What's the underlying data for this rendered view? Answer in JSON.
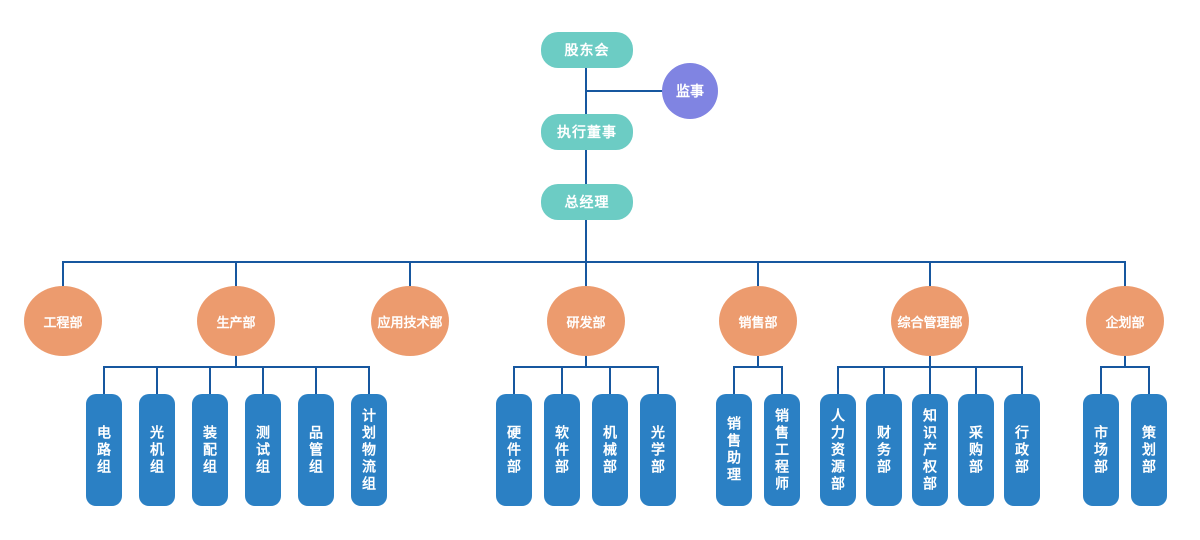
{
  "colors": {
    "teal": "#6cccc4",
    "purple": "#8084e2",
    "orange": "#ec9b6e",
    "blue": "#2b80c4",
    "line": "#17579f",
    "text": "#ffffff",
    "background": "#ffffff"
  },
  "top_chain": [
    {
      "label": "股东会"
    },
    {
      "label": "执行董事"
    },
    {
      "label": "总经理"
    }
  ],
  "supervisor": {
    "label": "监事"
  },
  "departments": [
    {
      "label": "工程部",
      "children": []
    },
    {
      "label": "生产部",
      "children": [
        "电路组",
        "光机组",
        "装配组",
        "测试组",
        "品管组",
        "计划物流组"
      ]
    },
    {
      "label": "应用技术部",
      "children": []
    },
    {
      "label": "研发部",
      "children": [
        "硬件部",
        "软件部",
        "机械部",
        "光学部"
      ]
    },
    {
      "label": "销售部",
      "children": [
        "销售助理",
        "销售工程师"
      ]
    },
    {
      "label": "综合管理部",
      "children": [
        "人力资源部",
        "财务部",
        "知识产权部",
        "采购部",
        "行政部"
      ]
    },
    {
      "label": "企划部",
      "children": [
        "市场部",
        "策划部"
      ]
    }
  ]
}
